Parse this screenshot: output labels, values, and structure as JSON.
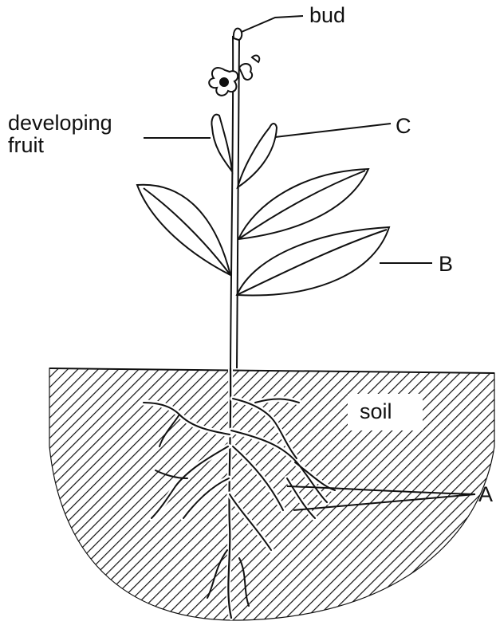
{
  "labels": {
    "bud": "bud",
    "developing_fruit_line1": "developing",
    "developing_fruit_line2": "fruit",
    "c": "C",
    "b": "B",
    "a": "A",
    "soil": "soil"
  },
  "colors": {
    "ink": "#111111",
    "background": "#ffffff"
  }
}
